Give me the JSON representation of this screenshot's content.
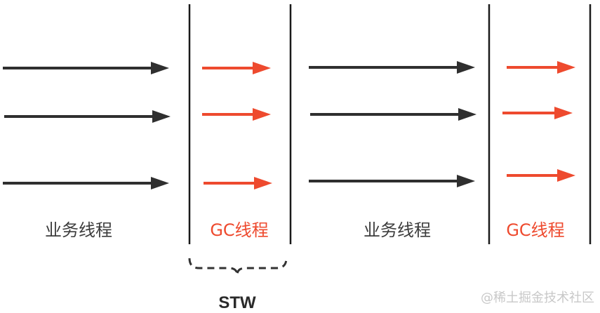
{
  "labels": {
    "business_thread_1": "业务线程",
    "gc_thread_1": "GC线程",
    "business_thread_2": "业务线程",
    "gc_thread_2": "GC线程",
    "stw": "STW"
  },
  "watermark": "@稀土掘金技术社区",
  "colors": {
    "business_arrow": "#2f2f2f",
    "gc_arrow": "#ee4a2e",
    "divider": "#1a1a1a",
    "bracket": "#333333"
  }
}
